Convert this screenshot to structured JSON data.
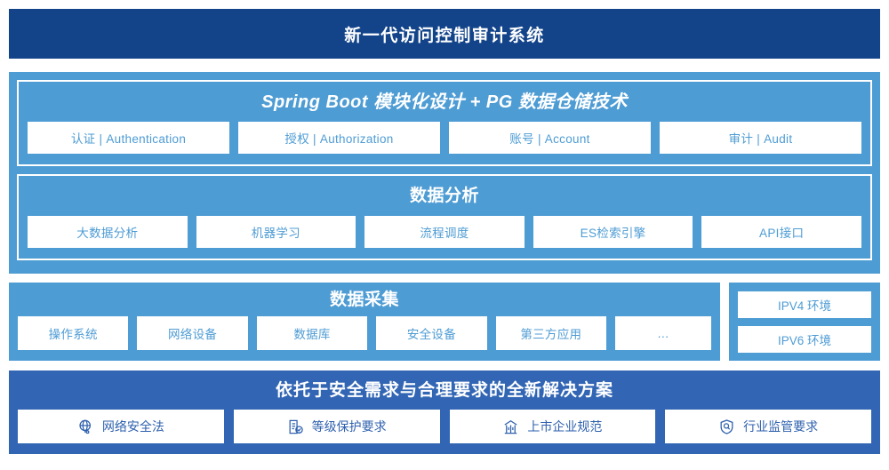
{
  "header": {
    "title": "新一代访问控制审计系统"
  },
  "colors": {
    "header_bg": "#13448a",
    "panel_light_blue": "#4e9cd4",
    "panel_blue": "#3266b4",
    "card_text": "#4e9cd4",
    "bottom_card_text": "#2f61ae",
    "card_bg": "#ffffff"
  },
  "upper": {
    "sections": [
      {
        "title": "Spring Boot 模块化设计 + PG 数据仓储技术",
        "cards": [
          "认证 | Authentication",
          "授权 | Authorization",
          "账号 | Account",
          "审计 | Audit"
        ]
      },
      {
        "title": "数据分析",
        "cards": [
          "大数据分析",
          "机器学习",
          "流程调度",
          "ES检索引擎",
          "API接口"
        ]
      }
    ]
  },
  "collection": {
    "title": "数据采集",
    "cards": [
      "操作系统",
      "网络设备",
      "数据库",
      "安全设备",
      "第三方应用",
      "…"
    ]
  },
  "environments": {
    "items": [
      "IPV4 环境",
      "IPV6 环境"
    ]
  },
  "bottom": {
    "title": "依托于安全需求与合理要求的全新解决方案",
    "cards": [
      {
        "icon": "globe-icon",
        "label": "网络安全法"
      },
      {
        "icon": "document-check-icon",
        "label": "等级保护要求"
      },
      {
        "icon": "bank-building-icon",
        "label": "上市企业规范"
      },
      {
        "icon": "shield-search-icon",
        "label": "行业监管要求"
      }
    ]
  }
}
